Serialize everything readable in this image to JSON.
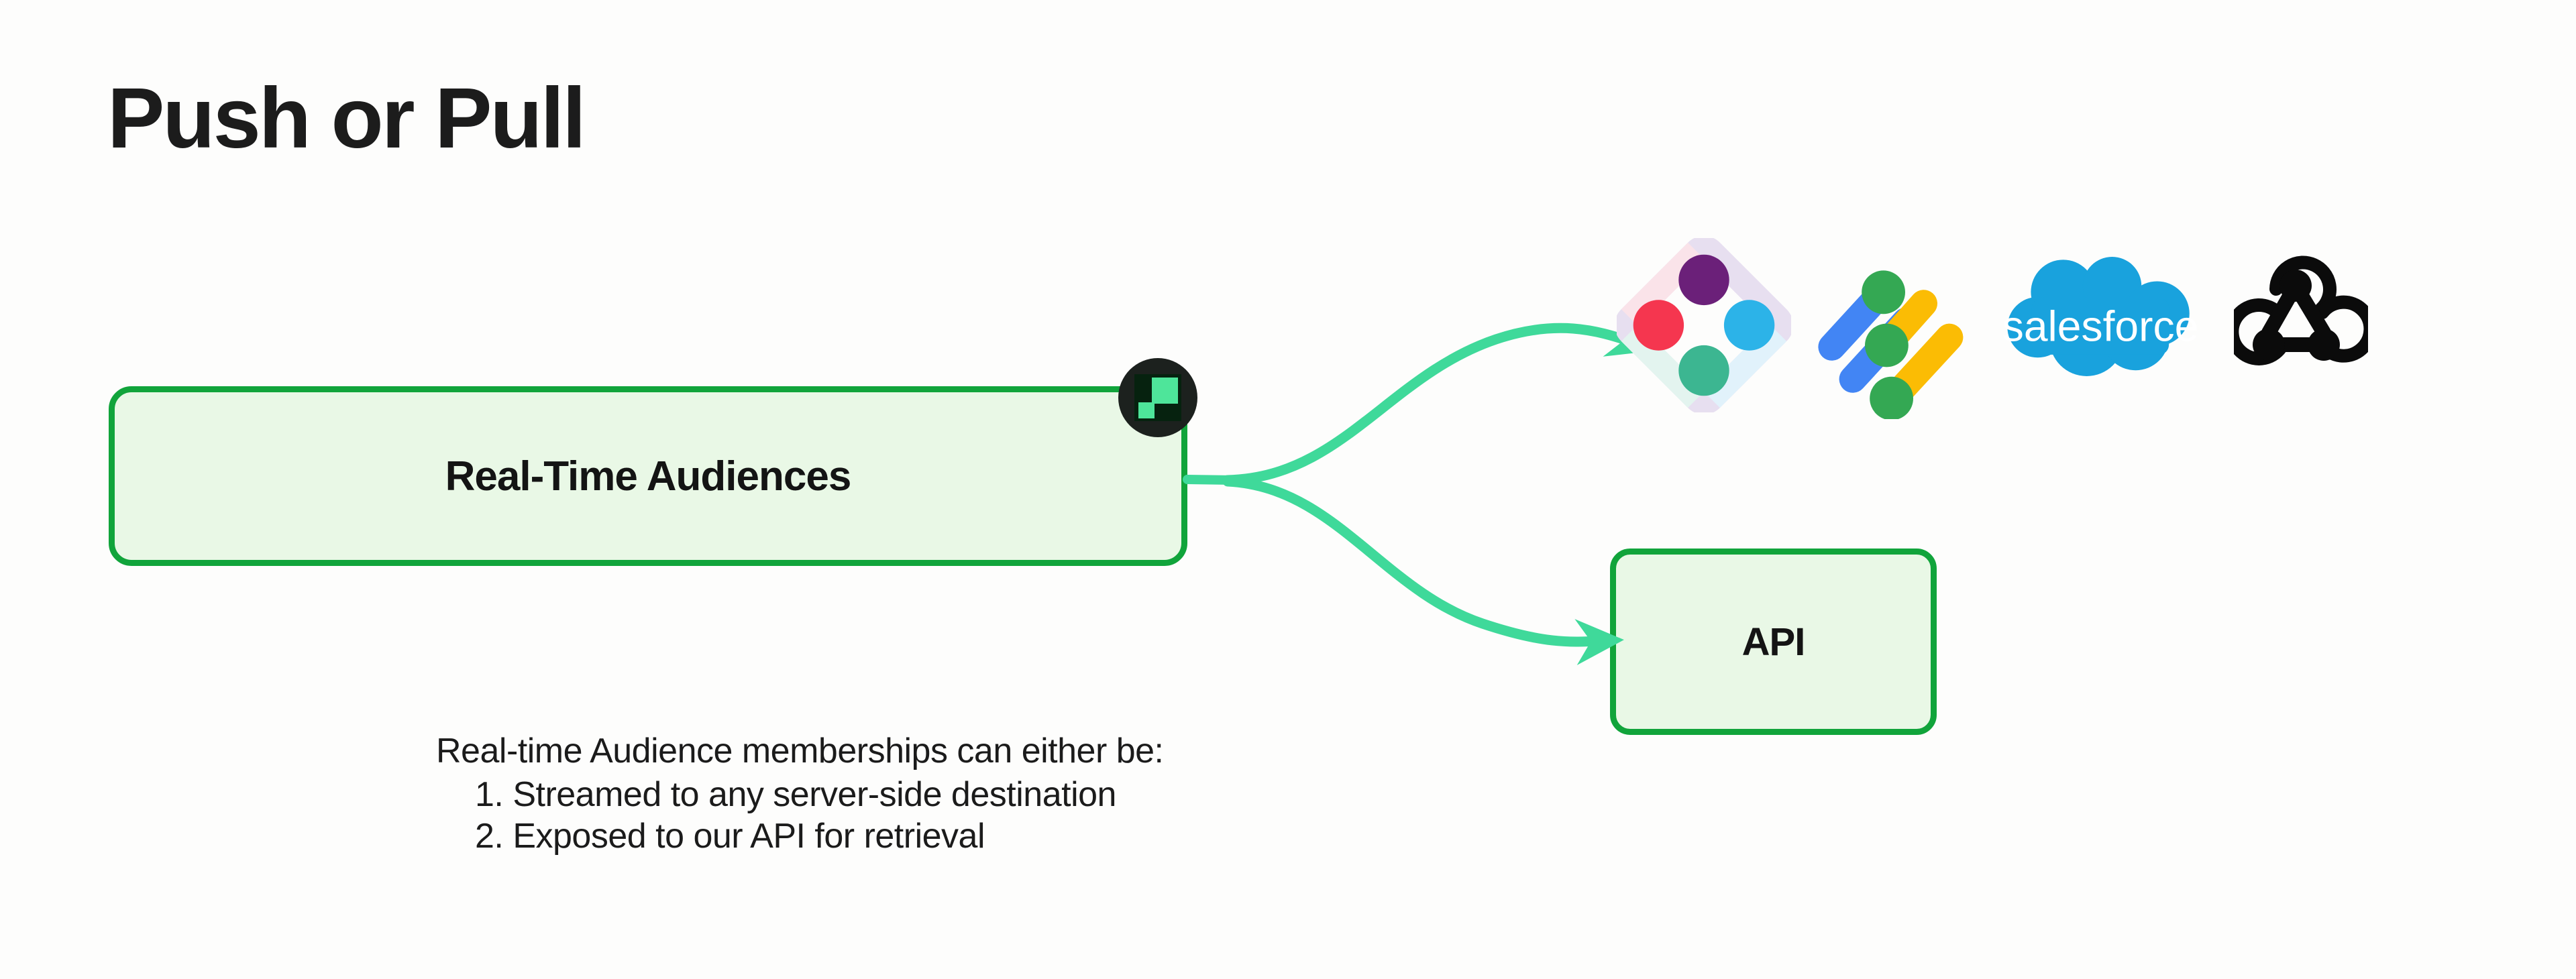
{
  "slide": {
    "title": "Push or Pull",
    "background_color": "#fdfdfc"
  },
  "palette": {
    "box_border": "#11a43b",
    "box_fill": "#e9f8e6",
    "arrow": "#3fd99a",
    "badge_bg": "#1c211e",
    "badge_mint": "#4ee59a",
    "badge_inner": "#06220f",
    "text": "#1c1c1c"
  },
  "diagram": {
    "source_box": {
      "label": "Real-Time Audiences",
      "badge": "amplitude-badge-icon"
    },
    "api_box": {
      "label": "API"
    },
    "connectors": [
      {
        "name": "connector-to-destinations",
        "from": "source_box",
        "to": "destination-logos"
      },
      {
        "name": "connector-to-api",
        "from": "source_box",
        "to": "api_box"
      }
    ],
    "destinations": [
      {
        "name": "braze-logo",
        "label": "Braze"
      },
      {
        "name": "google-marketing-platform-logo",
        "label": "Google Marketing Platform"
      },
      {
        "name": "salesforce-logo",
        "label": "salesforce"
      },
      {
        "name": "webhook-logo",
        "label": "Webhook"
      }
    ]
  },
  "caption": {
    "lead": "Real-time Audience memberships can either be:",
    "items": [
      "1. Streamed to any server-side destination",
      "2. Exposed to our API for retrieval"
    ]
  }
}
